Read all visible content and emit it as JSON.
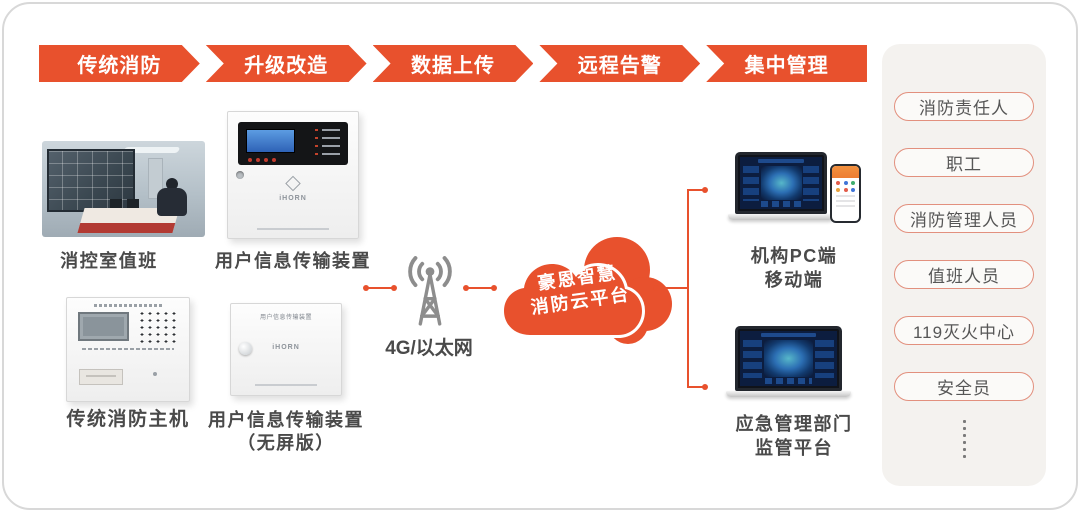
{
  "colors": {
    "accent": "#E8512D",
    "pill_outline": "#E2907E",
    "panel_bg": "#F4F2EF",
    "text": "#4A4A4A"
  },
  "banner": {
    "steps": [
      "传统消防",
      "升级改造",
      "数据上传",
      "远程告警",
      "集中管理"
    ]
  },
  "left": {
    "control_room_label": "消控室值班",
    "transmitter_label": "用户信息传输装置",
    "host_label": "传统消防主机",
    "transmitter_noscreen_label_1": "用户信息传输装置",
    "transmitter_noscreen_label_2": "（无屏版）"
  },
  "devices": {
    "brand": "iHORN",
    "noscreen_header": "用户信息传输装置"
  },
  "network": {
    "label": "4G/以太网"
  },
  "cloud": {
    "line1": "豪恩智慧",
    "line2": "消防云平台"
  },
  "platforms": {
    "org_line1": "机构PC端",
    "org_line2": "移动端",
    "gov_line1": "应急管理部门",
    "gov_line2": "监管平台"
  },
  "roles": [
    "消防责任人",
    "职工",
    "消防管理人员",
    "值班人员",
    "119灭火中心",
    "安全员"
  ]
}
